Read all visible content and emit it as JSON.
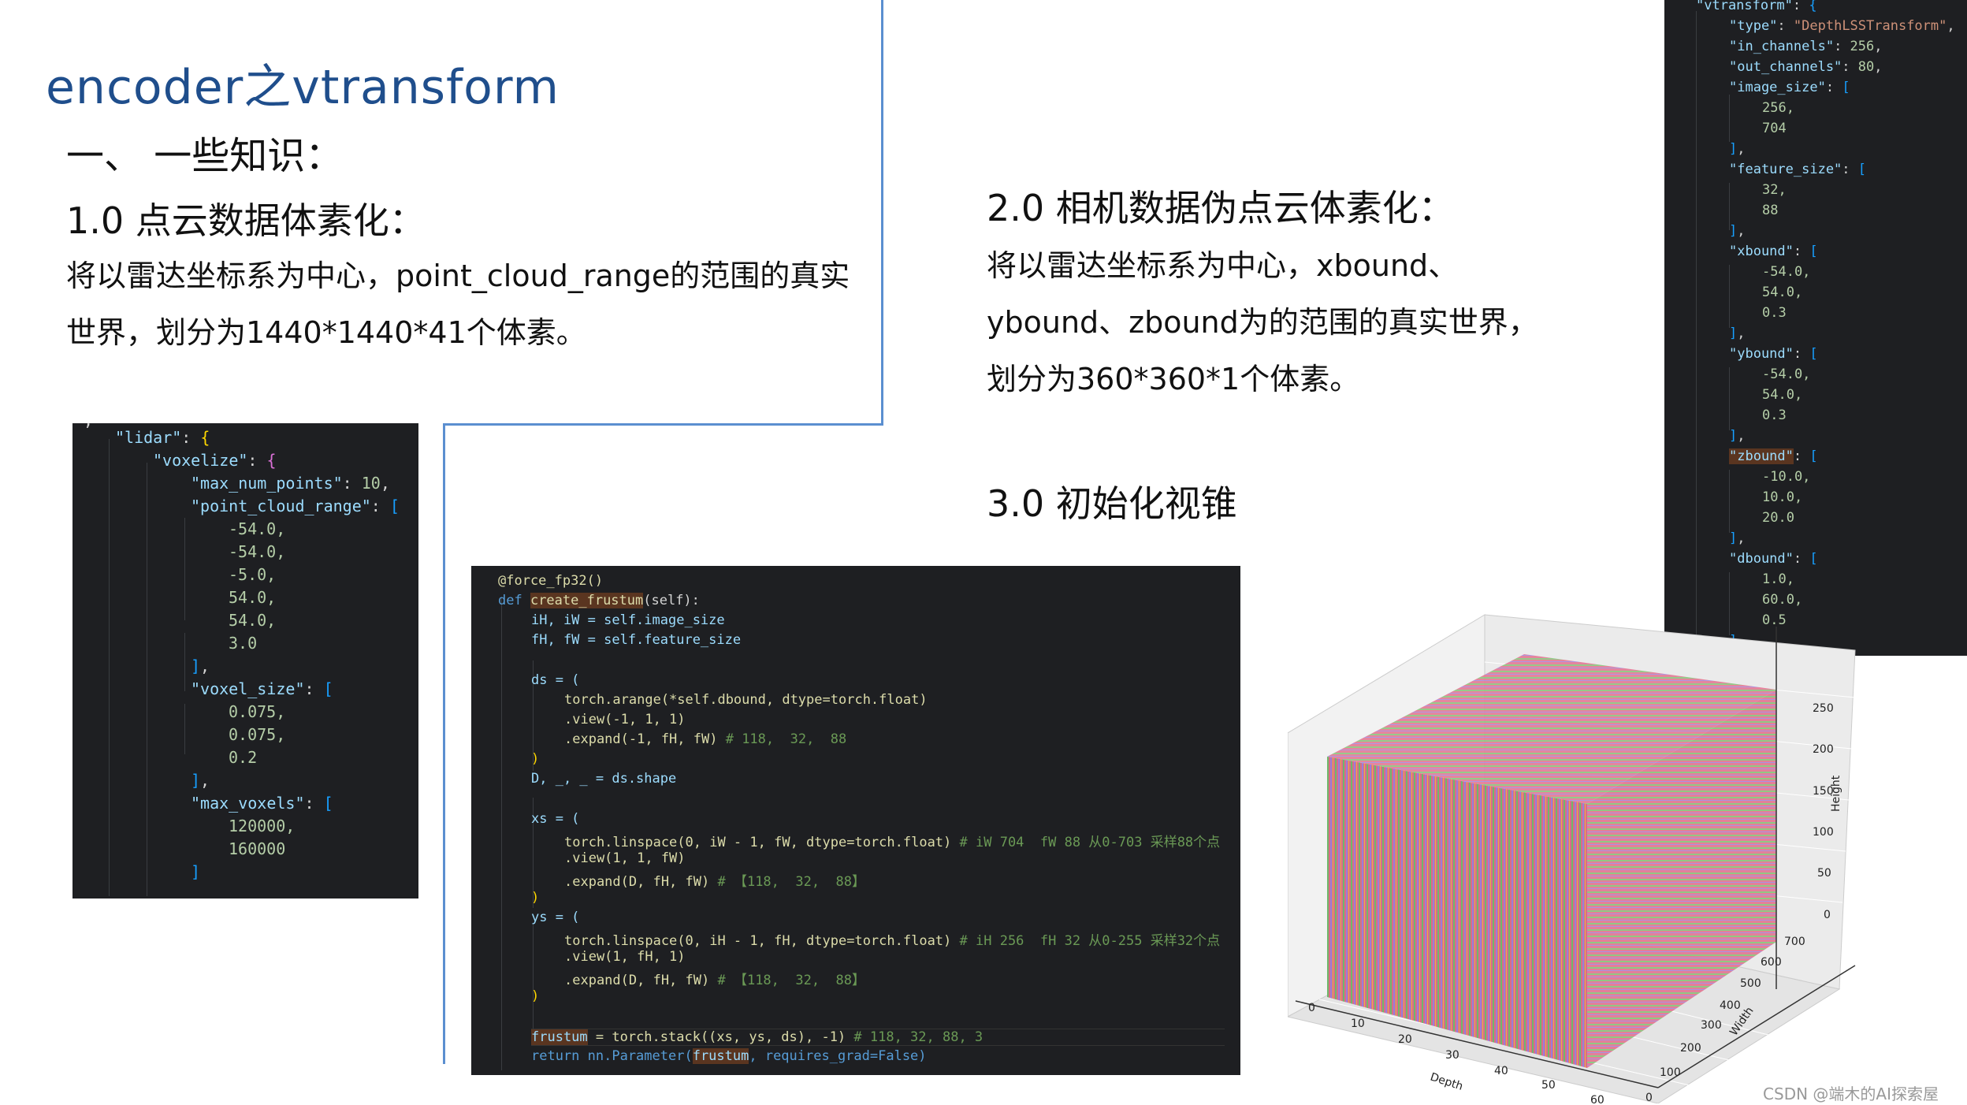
{
  "title": "encoder之vtransform",
  "section_heading": "一、 一些知识：",
  "s1": {
    "heading": "1.0 点云数据体素化：",
    "line1": "将以雷达坐标系为中心，point_cloud_range的范围的真实",
    "line2": "世界，划分为1440*1440*41个体素。"
  },
  "s2": {
    "heading": "2.0 相机数据伪点云体素化：",
    "line1": "将以雷达坐标系为中心，xbound、",
    "line2": "ybound、zbound为的范围的真实世界，",
    "line3": "划分为360*360*1个体素。"
  },
  "s3": {
    "heading": "3.0 初始化视锥"
  },
  "lidar_code": {
    "lidar_key": "\"lidar\"",
    "voxelize_key": "\"voxelize\"",
    "max_num_points_key": "\"max_num_points\"",
    "max_num_points_val": "10",
    "pcr_key": "\"point_cloud_range\"",
    "pcr_vals": [
      "-54.0,",
      "-54.0,",
      "-5.0,",
      "54.0,",
      "54.0,",
      "3.0"
    ],
    "voxel_size_key": "\"voxel_size\"",
    "voxel_size_vals": [
      "0.075,",
      "0.075,",
      "0.2"
    ],
    "max_voxels_key": "\"max_voxels\"",
    "max_voxels_vals": [
      "120000,",
      "160000"
    ]
  },
  "vt_code": {
    "vtransform_key": "\"vtransform\"",
    "type_key": "\"type\"",
    "type_val": "\"DepthLSSTransform\"",
    "in_channels_key": "\"in_channels\"",
    "in_channels_val": "256",
    "out_channels_key": "\"out_channels\"",
    "out_channels_val": "80",
    "image_size_key": "\"image_size\"",
    "image_size_vals": [
      "256,",
      "704"
    ],
    "feature_size_key": "\"feature_size\"",
    "feature_size_vals": [
      "32,",
      "88"
    ],
    "xbound_key": "\"xbound\"",
    "xbound_vals": [
      "-54.0,",
      "54.0,",
      "0.3"
    ],
    "ybound_key": "\"ybound\"",
    "ybound_vals": [
      "-54.0,",
      "54.0,",
      "0.3"
    ],
    "zbound_key": "\"zbound\"",
    "zbound_vals": [
      "-10.0,",
      "10.0,",
      "20.0"
    ],
    "dbound_key": "\"dbound\"",
    "dbound_vals": [
      "1.0,",
      "60.0,",
      "0.5"
    ]
  },
  "frustum_code": {
    "l1": "@force_fp32()",
    "l2_def": "def ",
    "l2_name": "create_frustum",
    "l2_rest": "(self):",
    "l3": "iH, iW = self.image_size",
    "l4": "fH, fW = self.feature_size",
    "l6": "ds = (",
    "l7": "torch.arange(*self.dbound, dtype=torch.float)",
    "l8": ".view(-1, 1, 1)",
    "l9": ".expand(-1, fH, fW)",
    "l9c": "# 118,  32,  88",
    "l10": ")",
    "l11": "D, _, _ = ds.shape",
    "l13": "xs = (",
    "l14": "torch.linspace(0, iW - 1, fW, dtype=torch.float)",
    "l14c": "# iW 704  fW 88 从0-703 采样88个点",
    "l15": ".view(1, 1, fW)",
    "l16": ".expand(D, fH, fW)",
    "l16c": "# 【118,  32,  88】",
    "l17": ")",
    "l18": "ys = (",
    "l19": "torch.linspace(0, iH - 1, fH, dtype=torch.float)",
    "l19c": "# iH 256  fH 32 从0-255 采样32个点",
    "l20": ".view(1, fH, 1)",
    "l21": ".expand(D, fH, fW)",
    "l21c": "# 【118,  32,  88】",
    "l22": ")",
    "l24a": "frustum",
    "l24b": " = torch.stack((xs, ys, ds), -1)",
    "l24c": " # 118, 32, 88, 3",
    "l25a": "return nn.Parameter(",
    "l25b": "frustum",
    "l25c": ", requires_grad=False)"
  },
  "plot": {
    "xlabel": "Depth",
    "ylabel": "Width",
    "zlabel": "Height",
    "depth_ticks": [
      "0",
      "10",
      "20",
      "30",
      "40",
      "50",
      "60"
    ],
    "width_ticks": [
      "0",
      "100",
      "200",
      "300",
      "400",
      "500",
      "600",
      "700"
    ],
    "height_ticks": [
      "0",
      "50",
      "100",
      "150",
      "200",
      "250"
    ]
  },
  "watermark": "CSDN @端木的AI探索屋"
}
